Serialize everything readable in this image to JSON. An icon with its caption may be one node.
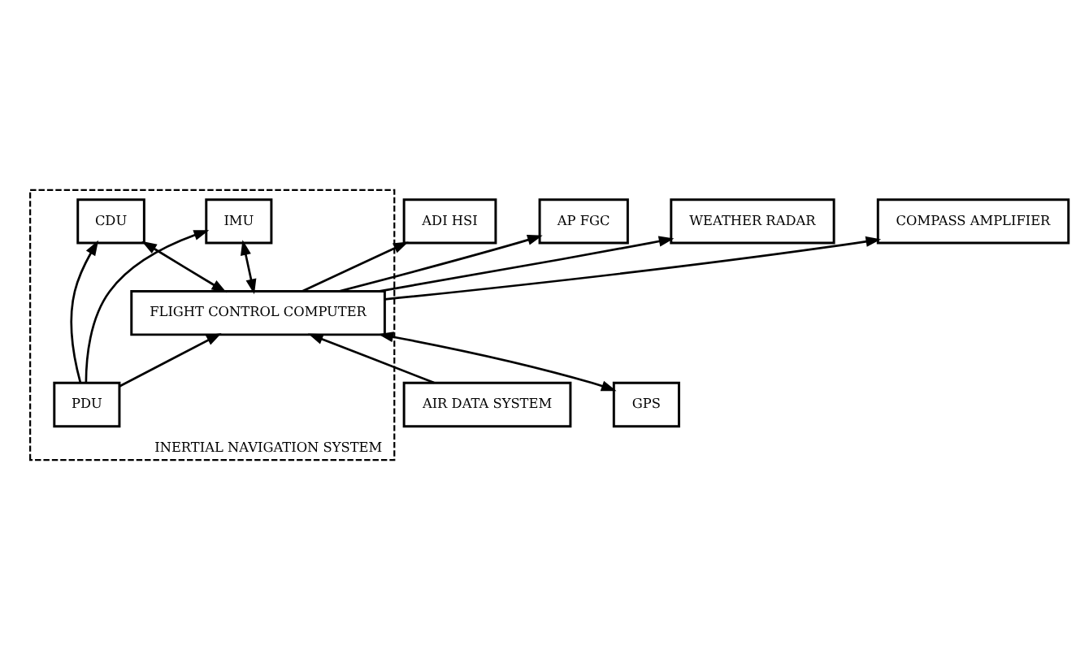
{
  "diagram": {
    "nodes": [
      {
        "text": [
          "ADI HSI"
        ]
      },
      {
        "text": [
          "AP FGC"
        ]
      },
      {
        "text": [
          "AIR DATA SYSTEM"
        ]
      },
      {
        "text": [
          "WEATHER RADAR"
        ]
      },
      {
        "text": [
          "INERTIAL NAVIGATION SYSTEM"
        ]
      },
      {
        "text": [
          "GPS"
        ]
      },
      {
        "text": [
          "FLIGHT CONTROL COMPUTER"
        ],
        "in": 4
      },
      {
        "text": [
          "CDU"
        ],
        "in": 4
      },
      {
        "text": [
          "COMPASS AMPLIFIER"
        ]
      },
      {
        "text": [
          "IMU"
        ],
        "in": 4
      },
      {
        "text": [
          "PDU"
        ],
        "in": 4
      }
    ],
    "edges": [
      {
        "from": 2,
        "to": 6,
        "arrow": "to"
      },
      {
        "from": 6,
        "to": 0,
        "arrow": "to"
      },
      {
        "from": 6,
        "to": 1,
        "arrow": "to"
      },
      {
        "from": 6,
        "to": 3,
        "arrow": "to"
      },
      {
        "from": 6,
        "to": 8,
        "arrow": "to"
      },
      {
        "from": 5,
        "to": 6,
        "arrow": "both"
      },
      {
        "from": 6,
        "to": 7,
        "arrow": "both"
      },
      {
        "from": 6,
        "to": 9,
        "arrow": "both"
      },
      {
        "from": 10,
        "to": 9,
        "arrow": "to"
      },
      {
        "from": 10,
        "to": 7,
        "arrow": "to"
      },
      {
        "from": 10,
        "to": 6,
        "arrow": "to"
      }
    ]
  }
}
